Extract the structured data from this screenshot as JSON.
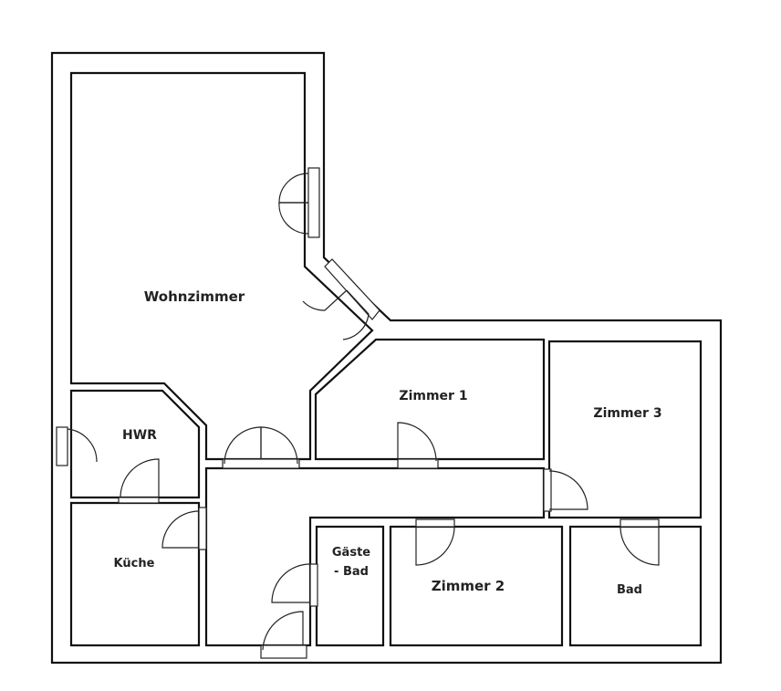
{
  "plan": {
    "rooms": {
      "wohnzimmer": "Wohnzimmer",
      "hwr": "HWR",
      "kueche": "Küche",
      "zimmer1": "Zimmer 1",
      "zimmer2": "Zimmer 2",
      "zimmer3": "Zimmer 3",
      "gaeste_bad_line1": "Gäste",
      "gaeste_bad_line2": "- Bad",
      "bad": "Bad"
    }
  }
}
